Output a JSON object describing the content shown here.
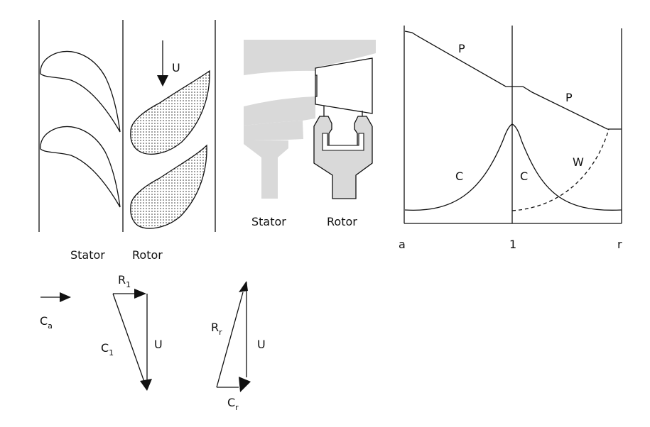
{
  "cascade": {
    "stator_label": "Stator",
    "rotor_label": "Rotor",
    "speed_label": "U"
  },
  "section": {
    "stator_label": "Stator",
    "rotor_label": "Rotor"
  },
  "pressure_chart": {
    "pressure_label_1": "P",
    "pressure_label_2": "P",
    "absolute_velocity_label_1": "C",
    "absolute_velocity_label_2": "C",
    "relative_velocity_label": "W",
    "x_tick_a": "a",
    "x_tick_1": "1",
    "x_tick_r": "r"
  },
  "velocity_triangles": {
    "axial_label": "C",
    "axial_sub": "a",
    "inlet_relative_label": "R",
    "inlet_relative_sub": "1",
    "inlet_absolute_label": "C",
    "inlet_absolute_sub": "1",
    "inlet_blade_speed_label": "U",
    "exit_relative_label": "R",
    "exit_relative_sub": "r",
    "exit_blade_speed_label": "U",
    "exit_absolute_label": "C",
    "exit_absolute_sub": "r"
  }
}
